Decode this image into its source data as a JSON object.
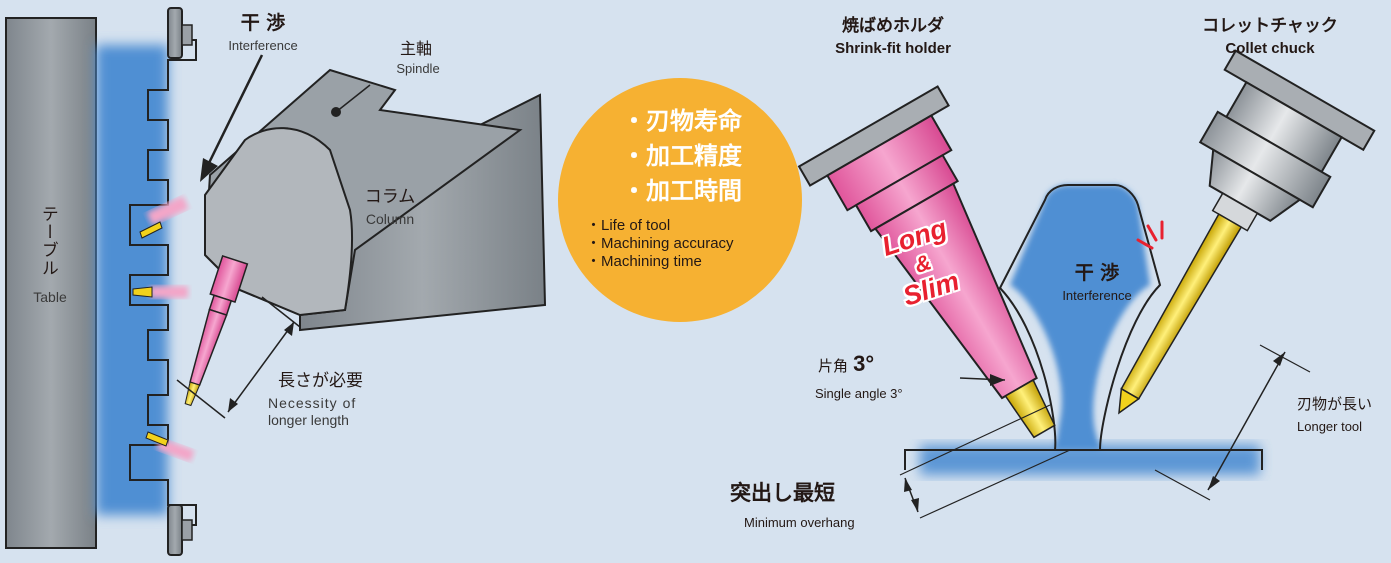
{
  "left_panel": {
    "interference_jp": "干 渉",
    "interference_en": "Interference",
    "spindle_jp": "主軸",
    "spindle_en": "Spindle",
    "column_jp": "コラム",
    "column_en": "Column",
    "table_jp": "テーブル",
    "table_en": "Table",
    "length_jp": "長さが必要",
    "length_en_1": "Necessity of",
    "length_en_2": "longer length"
  },
  "bubble": {
    "jp_items": [
      "・刃物寿命",
      "・加工精度",
      "・加工時間"
    ],
    "en_items": [
      "・Life of tool",
      "・Machining accuracy",
      "・Machining time"
    ]
  },
  "right_panel": {
    "shrink_jp": "焼ばめホルダ",
    "shrink_en": "Shrink-fit holder",
    "collet_jp": "コレットチャック",
    "collet_en": "Collet chuck",
    "long_slim_1": "Long",
    "long_slim_2": "&",
    "long_slim_3": "Slim",
    "interference_jp": "干 渉",
    "interference_en": "Interference",
    "angle_jp": "片角",
    "angle_num": "3°",
    "angle_en": "Single angle 3°",
    "longer_tool_jp": "刃物が長い",
    "longer_tool_en": "Longer tool",
    "overhang_jp": "突出し最短",
    "overhang_en": "Minimum overhang"
  },
  "colors": {
    "background": "#d6e2ef",
    "table_gray": "#8f959b",
    "blue": "#4f8fd3",
    "pink": "#ef7fb4",
    "bubble": "#f6b132",
    "tool_yellow": "#f2d21c"
  }
}
